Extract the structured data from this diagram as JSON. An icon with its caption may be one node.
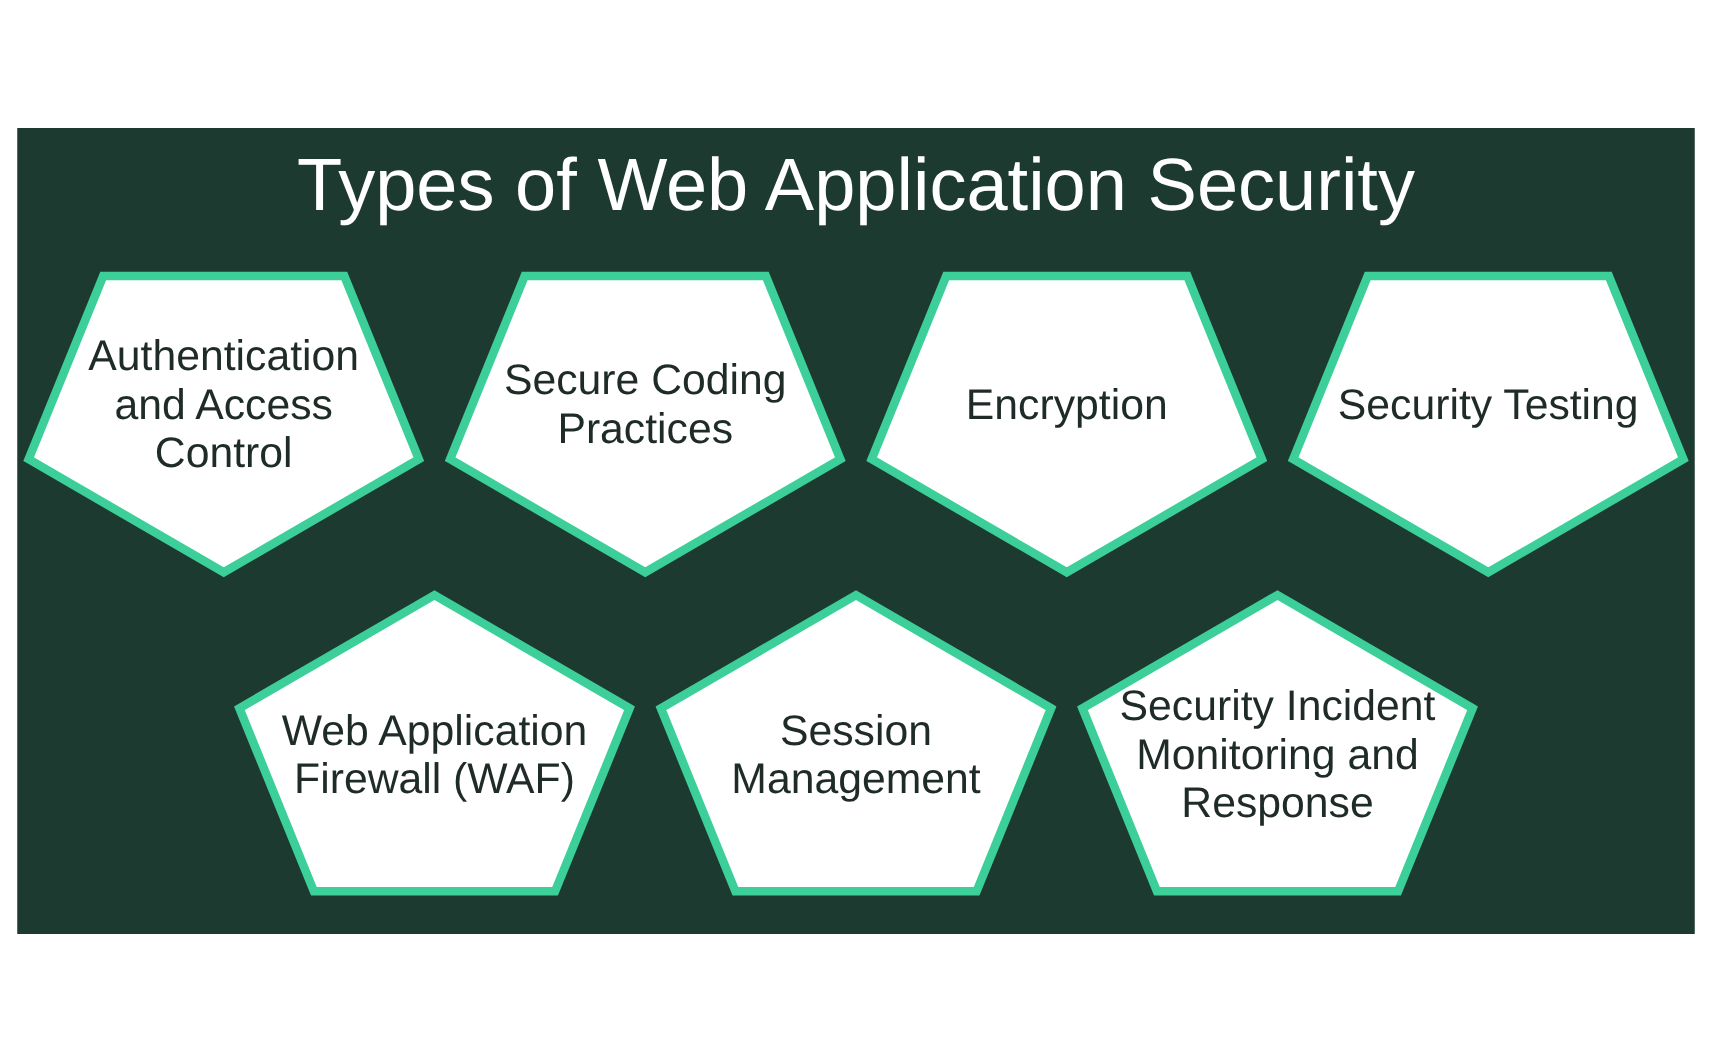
{
  "diagram": {
    "title": "Types of Web Application Security",
    "nodes": [
      {
        "text": [
          "Authentication and Access Control"
        ]
      },
      {
        "text": [
          "Secure Coding Practices"
        ]
      },
      {
        "text": [
          "Encryption"
        ]
      },
      {
        "text": [
          "Security Testing"
        ]
      },
      {
        "text": [
          "Web Application Firewall (WAF)"
        ]
      },
      {
        "text": [
          "Session Management"
        ]
      },
      {
        "text": [
          "Security Incident Monitoring and Response"
        ]
      }
    ]
  }
}
